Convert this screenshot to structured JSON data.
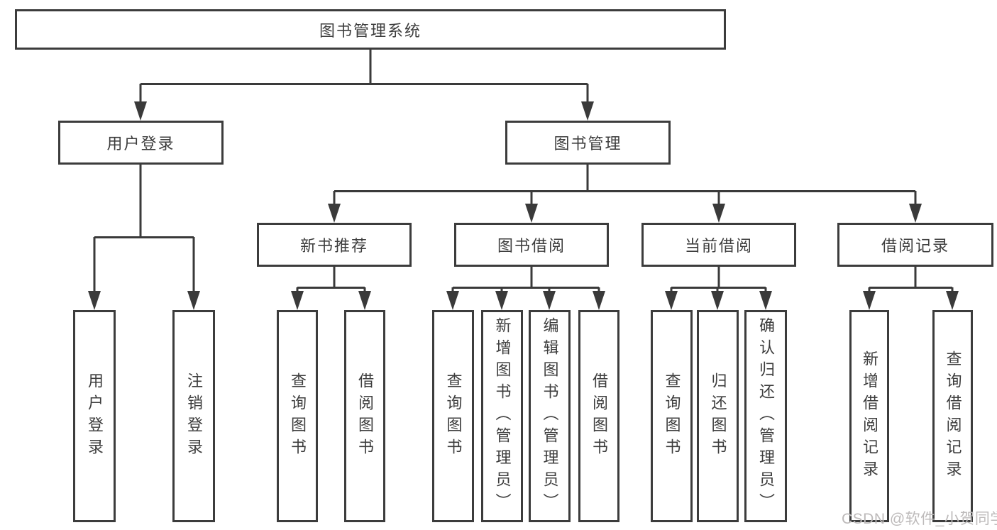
{
  "diagram": {
    "tree": {
      "label": "图书管理系统",
      "children": [
        {
          "label": "用户登录",
          "children": [
            {
              "label": "用户登录"
            },
            {
              "label": "注销登录"
            }
          ]
        },
        {
          "label": "图书管理",
          "children": [
            {
              "label": "新书推荐",
              "children": [
                {
                  "label": "查询图书"
                },
                {
                  "label": "借阅图书"
                }
              ]
            },
            {
              "label": "图书借阅",
              "children": [
                {
                  "label": "查询图书"
                },
                {
                  "label": "新增图书（管理员）"
                },
                {
                  "label": "编辑图书（管理员）"
                },
                {
                  "label": "借阅图书"
                }
              ]
            },
            {
              "label": "当前借阅",
              "children": [
                {
                  "label": "查询图书"
                },
                {
                  "label": "归还图书"
                },
                {
                  "label": "确认归还（管理员）"
                }
              ]
            },
            {
              "label": "借阅记录",
              "children": [
                {
                  "label": "新增借阅记录"
                },
                {
                  "label": "查询借阅记录"
                }
              ]
            }
          ]
        }
      ]
    },
    "colors": {
      "line": "#3a3a3a",
      "box_border": "#3c3c3c",
      "text": "#3d3d3d",
      "background": "#ffffff",
      "watermark": "#bdbaba"
    }
  },
  "watermark": {
    "text": "CSDN @软件_小贺同学"
  }
}
